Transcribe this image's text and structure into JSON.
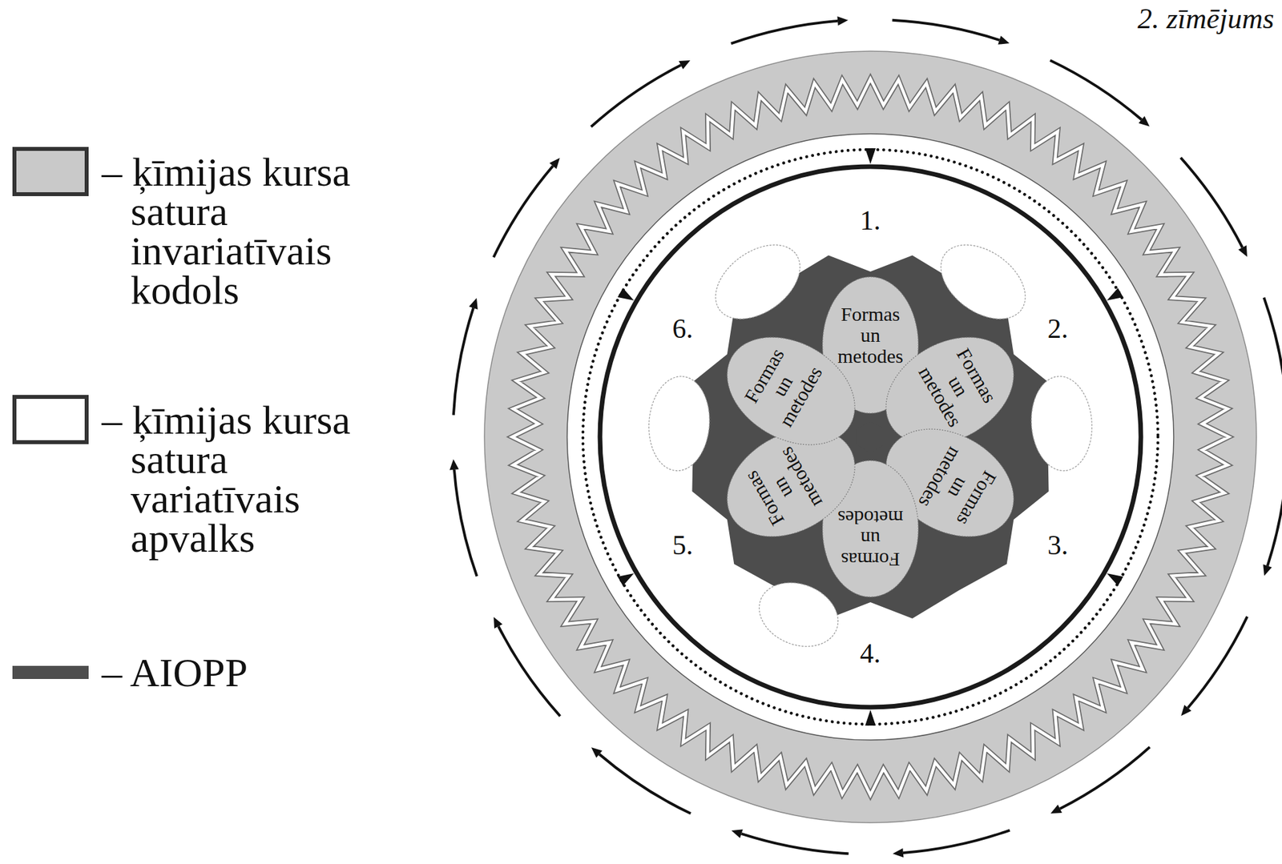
{
  "diagram": {
    "nodes": [
      {
        "text": [
          "Formas un metodes"
        ]
      },
      {
        "text": [
          "Formas un metodes"
        ]
      },
      {
        "text": [
          "Formas un metodes"
        ]
      },
      {
        "text": [
          "Formas un metodes"
        ]
      },
      {
        "text": [
          "Formas un metodes"
        ]
      },
      {
        "text": [
          "Formas un metodes"
        ]
      }
    ],
    "labels": [
      "2. zīmējums",
      "1.",
      "2.",
      "3.",
      "4.",
      "5.",
      "6."
    ],
    "legend": [
      {
        "text": "– ķīmijas kursa satura invariatīvais kodols",
        "color": "#c9c9c9"
      },
      {
        "text": "– ķīmijas kursa satura variatīvais apvalks",
        "color": "#ffffff"
      },
      {
        "text": "– AIOPP",
        "color": "#4d4d4d"
      }
    ]
  }
}
